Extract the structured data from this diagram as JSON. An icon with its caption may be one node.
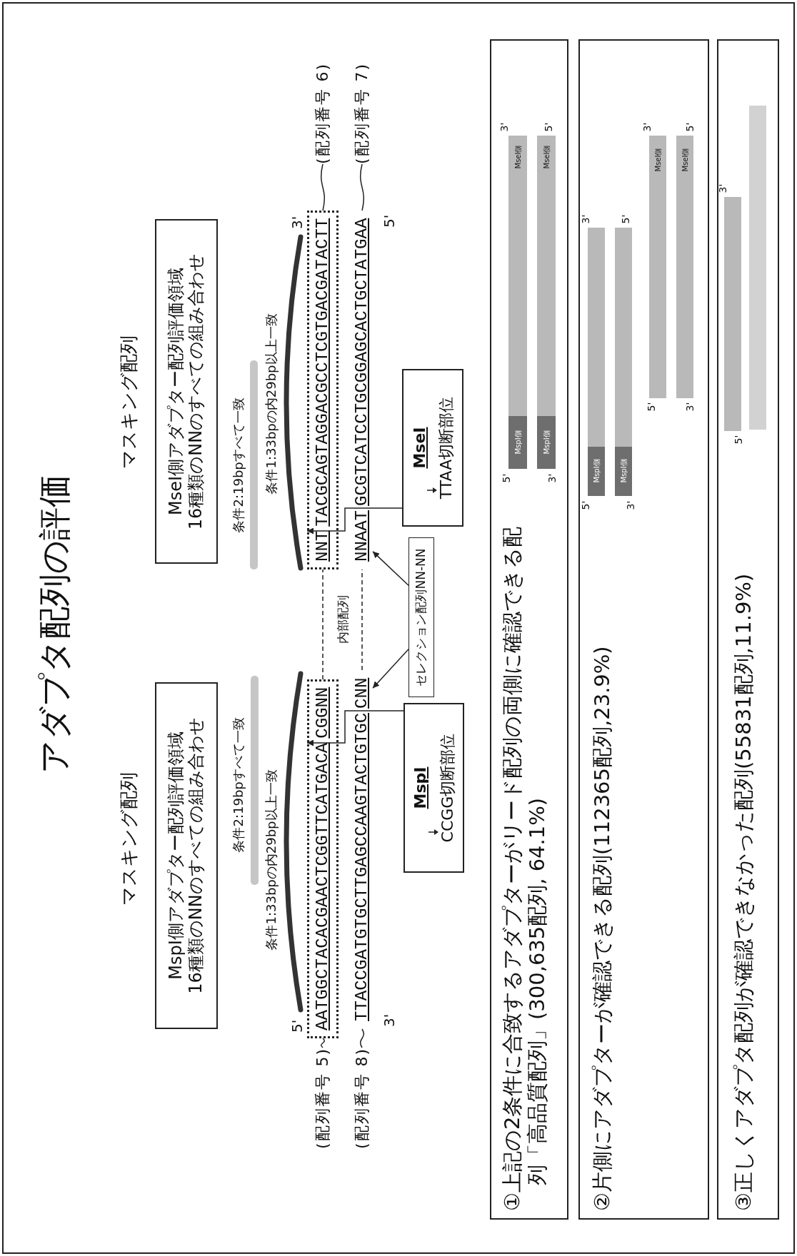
{
  "diagram": {
    "title": "アダプタ配列の評価",
    "nodes": [
      {
        "text": [
          "MspI側アダプター配列評価領域",
          "16種類のNNのすべての組み合わせ"
        ]
      },
      {
        "text": [
          "MseI側アダプター配列評価領域",
          "16種類のNNのすべての組み合わせ"
        ]
      },
      {
        "text": [
          "(配列番号 5)"
        ]
      },
      {
        "text": [
          "AATGGCTACACGAACTCGGTTCATGACACGGNN"
        ],
        "beside": [
          "5'"
        ]
      },
      {
        "text": [
          "NNTTACGCAGTAGGACGCCTCGTGACGATACTT"
        ],
        "beside": [
          "3'"
        ]
      },
      {
        "text": [
          "(配列番号 6)"
        ]
      },
      {
        "text": [
          "(配列番号 8)"
        ]
      },
      {
        "text": [
          "TTACCGATGTGCTTGAGCCAAGTACTGTGCCNN"
        ],
        "beside": [
          "3'"
        ]
      },
      {
        "text": [
          "NNAATGCGTCATCCTGCGGAGCACTGCTATGAA"
        ],
        "beside": [
          "5'"
        ]
      },
      {
        "text": [
          "(配列番号 7)"
        ]
      },
      {
        "text": [
          "セレクション配列NN-NN"
        ]
      },
      {
        "text": [
          "MspI",
          "CCGG切断部位"
        ]
      },
      {
        "text": [
          "MseI",
          "TTAA切断部位"
        ]
      },
      {
        "text": [
          "①上記の2条件に合致するアダプターがリード配列の両側に確認できる配列「高品質配列」(300,635配列, 64.1%)"
        ]
      },
      {
        "text": [
          "②片側にアダプターが確認できる配列(112365配列,23.9%)"
        ]
      },
      {
        "text": [
          "③正しくアダプタ配列が確認できなかった配列(55831配列,11.9%)"
        ]
      }
    ],
    "edges": [
      {
        "from": 2,
        "to": 3,
        "arrow": "none"
      },
      {
        "from": 5,
        "to": 4,
        "arrow": "none"
      },
      {
        "from": 6,
        "to": 7,
        "arrow": "none"
      },
      {
        "from": 9,
        "to": 8,
        "arrow": "none"
      },
      {
        "from": 3,
        "to": 4,
        "arrow": "none",
        "style": "dashed"
      },
      {
        "from": 7,
        "to": 8,
        "arrow": "none",
        "style": "dashed"
      },
      {
        "from": 10,
        "to": 7,
        "arrow": "to"
      },
      {
        "from": 10,
        "to": 8,
        "arrow": "to"
      },
      {
        "from": 11,
        "to": 3,
        "arrow": "to"
      },
      {
        "from": 12,
        "to": 4,
        "arrow": "to"
      }
    ],
    "labels": [
      "マスキング配列",
      "マスキング配列",
      "条件2:19bpすべて一致",
      "条件2:19bpすべて一致",
      "条件1:33bpの内29bp以上一致",
      "条件1:33bpの内29bp以上一致",
      "内部配列",
      "5'",
      "MspI側",
      "MseI側",
      "3'",
      "3'",
      "MspI側",
      "MseI側",
      "5'",
      "5'",
      "MspI側",
      "3'",
      "3'",
      "MspI側",
      "5'",
      "5'",
      "MseI側",
      "3'",
      "3'",
      "MseI側",
      "5'",
      "5'",
      "3'"
    ]
  }
}
